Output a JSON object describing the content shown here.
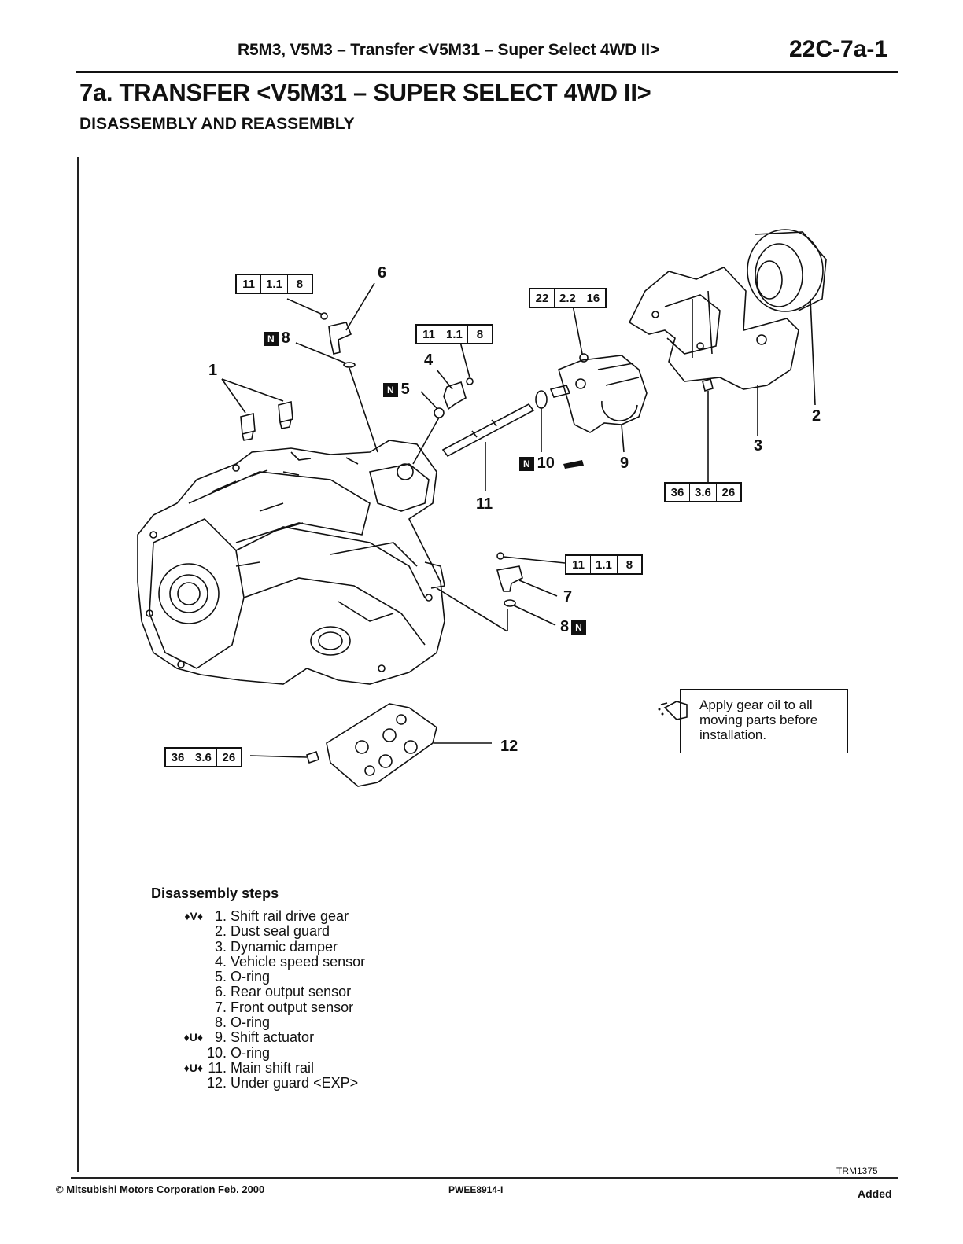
{
  "header": {
    "section_title": "R5M3, V5M3 – Transfer <V5M31 – Super Select 4WD II>",
    "page_number": "22C-7a-1"
  },
  "title": "7a. TRANSFER <V5M31 – SUPER SELECT 4WD II>",
  "subtitle": "DISASSEMBLY AND REASSEMBLY",
  "torque_specs": [
    {
      "nm": "11",
      "kgfm": "1.1",
      "ftlb": "8"
    },
    {
      "nm": "22",
      "kgfm": "2.2",
      "ftlb": "16"
    },
    {
      "nm": "11",
      "kgfm": "1.1",
      "ftlb": "8"
    },
    {
      "nm": "36",
      "kgfm": "3.6",
      "ftlb": "26"
    },
    {
      "nm": "11",
      "kgfm": "1.1",
      "ftlb": "8"
    },
    {
      "nm": "36",
      "kgfm": "3.6",
      "ftlb": "26"
    }
  ],
  "callouts": {
    "c1": "1",
    "c2": "2",
    "c3": "3",
    "c4": "4",
    "c5": "5",
    "c6": "6",
    "c7": "7",
    "c8a": "8",
    "c8b": "8",
    "c9": "9",
    "c10": "10",
    "c11": "11",
    "c12": "12",
    "new_badge": "N"
  },
  "note": {
    "text": "Apply gear oil to all moving parts before installation."
  },
  "steps_title": "Disassembly steps",
  "steps": [
    {
      "mark": "♦V♦",
      "num": "1.",
      "text": "Shift rail drive gear"
    },
    {
      "mark": "",
      "num": "2.",
      "text": "Dust seal guard"
    },
    {
      "mark": "",
      "num": "3.",
      "text": "Dynamic damper"
    },
    {
      "mark": "",
      "num": "4.",
      "text": "Vehicle speed sensor"
    },
    {
      "mark": "",
      "num": "5.",
      "text": "O-ring"
    },
    {
      "mark": "",
      "num": "6.",
      "text": "Rear output sensor"
    },
    {
      "mark": "",
      "num": "7.",
      "text": "Front output sensor"
    },
    {
      "mark": "",
      "num": "8.",
      "text": "O-ring"
    },
    {
      "mark": "♦U♦",
      "num": "9.",
      "text": "Shift actuator"
    },
    {
      "mark": "",
      "num": "10.",
      "text": "O-ring"
    },
    {
      "mark": "♦U♦",
      "num": "11.",
      "text": "Main shift rail"
    },
    {
      "mark": "",
      "num": "12.",
      "text": "Under guard <EXP>"
    }
  ],
  "footer": {
    "copyright": "© Mitsubishi Motors Corporation   Feb. 2000",
    "code": "PWEE8914-I",
    "figure_id": "TRM1375",
    "status": "Added"
  }
}
